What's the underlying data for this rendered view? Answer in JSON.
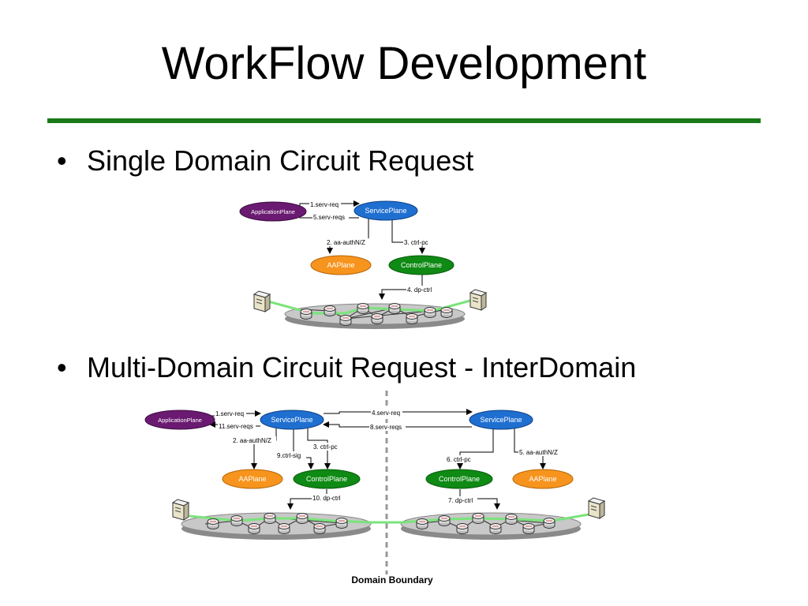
{
  "title": "WorkFlow Development",
  "colors": {
    "rule": "#1a7a1a",
    "application_plane": "#6a1a70",
    "service_plane": "#1f6fd1",
    "aa_plane": "#f7941d",
    "control_plane": "#0f8a14",
    "path": "#7be37b",
    "network": "#c8c8c8"
  },
  "bullets": [
    {
      "marker": "•",
      "text": "Single Domain Circuit Request"
    },
    {
      "marker": "•",
      "text": "Multi-Domain Circuit Request - InterDomain"
    }
  ],
  "single_domain": {
    "nodes": {
      "application_plane": "ApplicationPlane",
      "service_plane": "ServicePlane",
      "aa_plane": "AAPlane",
      "control_plane": "ControlPlane"
    },
    "edges": {
      "serv_req": "1.serv-req",
      "serv_reqs": "5.serv-reqs",
      "aa_authnz": "2. aa-authN/Z",
      "ctrl_pc": "3. ctrl-pc",
      "dp_ctrl": "4. dp-ctrl"
    }
  },
  "multi_domain": {
    "nodes": {
      "application_plane": "ApplicationPlane",
      "service_plane_left": "ServicePlane",
      "service_plane_right": "ServicePlane",
      "aa_plane_left": "AAPlane",
      "aa_plane_right": "AAPlane",
      "control_plane_left": "ControlPlane",
      "control_plane_right": "ControlPlane"
    },
    "edges": {
      "serv_req_1": "1.serv-req",
      "serv_reqs_11": "11.serv-reqs",
      "serv_req_4": "4.serv-req",
      "serv_reqs_8": "8.serv-reqs",
      "aa_authnz_2": "2. aa-authN/Z",
      "ctrl_pc_3": "3. ctrl-pc",
      "ctrl_sig_9": "9.ctrl-sig",
      "ctrl_pc_6": "6. ctrl-pc",
      "aa_authnz_5": "5.  aa-authN/Z",
      "dp_ctrl_7": "7. dp-ctrl",
      "dp_ctrl_10": "10. dp-ctrl"
    },
    "boundary_label": "Domain Boundary"
  }
}
